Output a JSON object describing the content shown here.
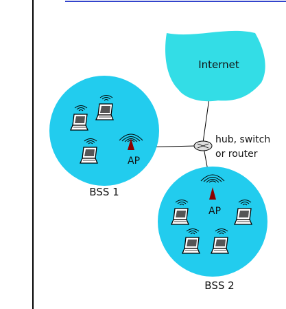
{
  "diagram": {
    "cloud_label": "Internet",
    "device_label_line1": "hub, switch",
    "device_label_line2": "or router",
    "bss1_label": "BSS 1",
    "bss2_label": "BSS 2",
    "ap1_label": "AP",
    "ap2_label": "AP"
  },
  "colors": {
    "cell_fill": "#22ccee",
    "cloud_fill": "#33dde6",
    "antenna": "#8b0000",
    "frame_line": "#000000",
    "top_rule": "#3344cc"
  }
}
